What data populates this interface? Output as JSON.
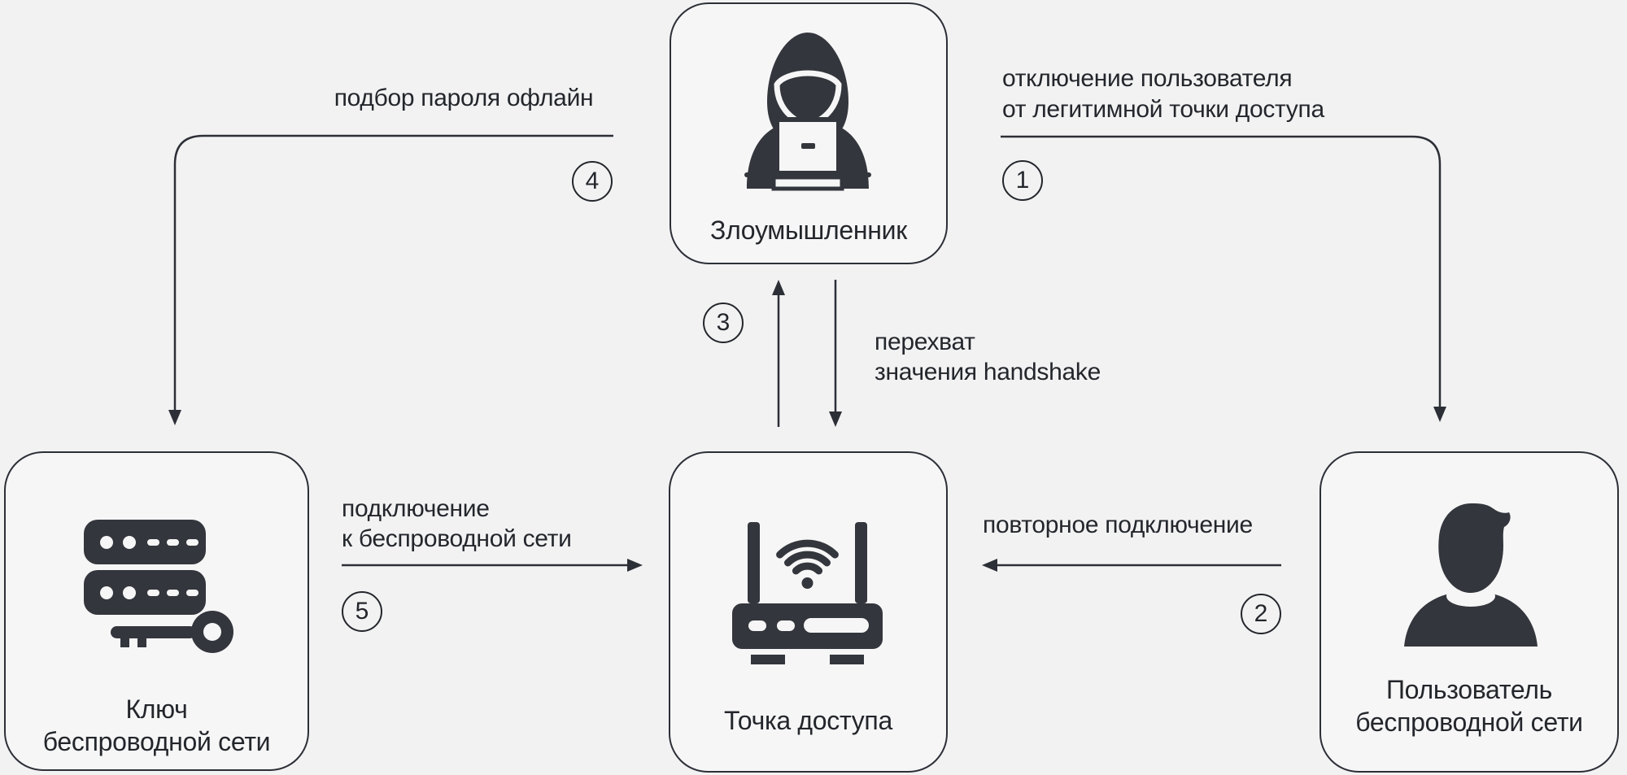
{
  "colors": {
    "background": "#f2f2f3",
    "surface": "#f6f6f7",
    "stroke": "#2c2f36",
    "text": "#23262b",
    "icon": "#33363c"
  },
  "nodes": {
    "attacker": {
      "label": "Злоумышленник",
      "icon": "hacker-icon"
    },
    "wireless_key": {
      "label_line1": "Ключ",
      "label_line2": "беспроводной сети",
      "icon": "server-key-icon"
    },
    "access_point": {
      "label": "Точка доступа",
      "icon": "router-wifi-icon"
    },
    "user": {
      "label_line1": "Пользователь",
      "label_line2": "беспроводной сети",
      "icon": "person-icon"
    }
  },
  "edges": {
    "step1": {
      "number": "1",
      "label_line1": "отключение пользователя",
      "label_line2": "от легитимной точки доступа"
    },
    "step2": {
      "number": "2",
      "label": "повторное подключение"
    },
    "step3": {
      "number": "3"
    },
    "handshake": {
      "label_line1": "перехват",
      "label_line2": "значения handshake"
    },
    "step4": {
      "number": "4",
      "label": "подбор пароля офлайн"
    },
    "step5": {
      "number": "5",
      "label_line1": "подключение",
      "label_line2": "к беспроводной сети"
    }
  }
}
